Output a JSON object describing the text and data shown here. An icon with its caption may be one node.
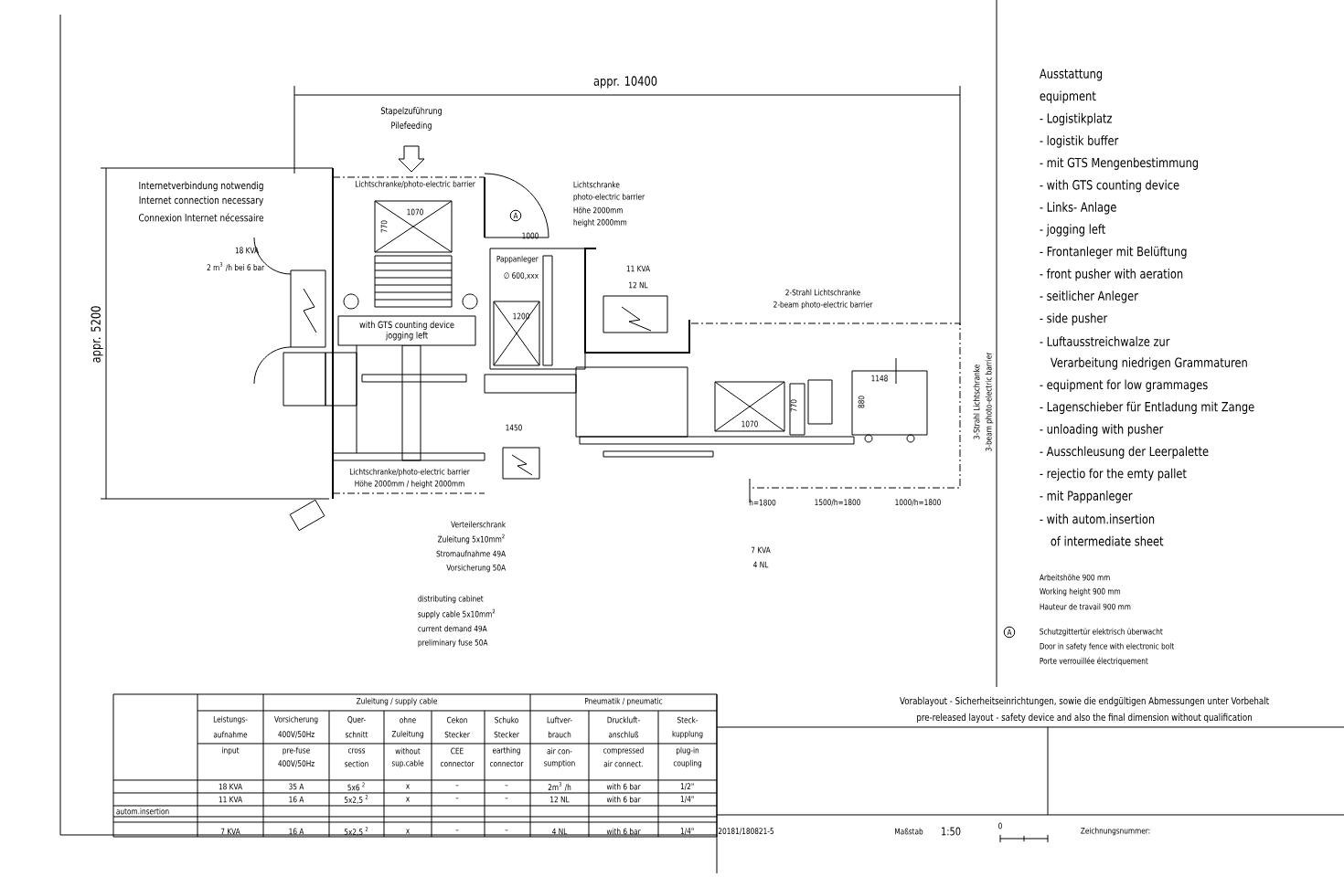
{
  "diagram": {
    "nodes": [
      {
        "text": [
          "with GTS counting device",
          "jogging left"
        ]
      }
    ],
    "labels": [
      "appr. 10400",
      "appr. 5200",
      "Stapelzuführung",
      "Pilefeeding",
      "Internetverbindung notwendig",
      "Internet connection necessary",
      "Connexion Internet nécessaire",
      "18 KVA",
      "2 m$^{3}$ /h bei 6 bar",
      "Lichtschranke/photo-electric barrier",
      "1070",
      "770",
      "A",
      "1000",
      "Lichtschranke",
      "photo-electric barrier",
      "Höhe 2000mm",
      "height 2000mm",
      "Pappanleger",
      "∅ 600,xxx",
      "11 KVA",
      "12 NL",
      "2-Strahl Lichtschranke",
      "2-beam photo-electric barrier",
      "1200",
      "1148",
      "770",
      "880",
      "1070",
      "3-Strahl Lichtschranke",
      "3-beam photo-electric barrier",
      "1450",
      "Lichtschranke/photo-electric barrier",
      "Höhe 2000mm / height 2000mm",
      "h=1800",
      "1500/h=1800",
      "1000/h=1800",
      "Verteilerschrank",
      "Zuleitung 5x10mm$^{2}$",
      "Stromaufnahme 49A",
      "Vorsicherung 50A",
      "7 KVA",
      "4 NL",
      "distributing cabinet",
      "supply cable 5x10mm$^{2}$",
      "current demand 49A",
      "preliminary fuse 50A",
      "Ausstattung",
      "equipment",
      "- Logistikplatz",
      "- logistik buffer",
      "- mit GTS Mengenbestimmung",
      "- with GTS counting device",
      "- Links- Anlage",
      "- jogging left",
      "- Frontanleger mit Belüftung",
      "- front pusher with aeration",
      "- seitlicher Anleger",
      "- side pusher",
      "- Luftausstreichwalze zur",
      "Verarbeitung niedrigen Grammaturen",
      "- equipment for low grammages",
      "- Lagenschieber für Entladung mit Zange",
      "- unloading with pusher",
      "- Ausschleusung der Leerpalette",
      "- rejectio for the emty pallet",
      "- mit Pappanleger",
      "- with autom.insertion",
      "of intermediate sheet",
      "Arbeitshöhe 900 mm",
      "Working height 900 mm",
      "Hauteur de travail 900 mm",
      "A",
      "Schutzgittertür elektrisch überwacht",
      "Door in safety fence with electronic bolt",
      "Porte verrouillée électriquement",
      "Vorablayout - Sicherheitseinrichtungen, sowie die endgültigen Abmessungen unter Vorbehalt",
      "pre-released layout - safety device and also the final dimension without qualification",
      "Zuleitung / supply cable",
      "Pneumatik / pneumatic",
      "Leistungs-",
      "aufnahme",
      "Vorsicherung",
      "400V/50Hz",
      "Quer-",
      "schnitt",
      "ohne",
      "Zuleitung",
      "Cekon",
      "Stecker",
      "Schuko",
      "Stecker",
      "Luftver-",
      "brauch",
      "Druckluft-",
      "anschluß",
      "Steck-",
      "kupplung",
      "input",
      "pre-fuse",
      "400V/50Hz",
      "cross",
      "section",
      "without",
      "sup.cable",
      "CEE",
      "connector",
      "earthing",
      "connector",
      "air con-",
      "sumption",
      "compressed",
      "air connect.",
      "plug-in",
      "coupling",
      "18 KVA",
      "35 A",
      "5x6 $^{2}$",
      "x",
      "–",
      "–",
      "2m$^{3}$ /h",
      "with 6 bar",
      "1/2\"",
      "11 KVA",
      "16 A",
      "5x2,5 $^{2}$",
      "x",
      "–",
      "–",
      "12 NL",
      "with 6 bar",
      "1/4\"",
      "autom.insertion",
      "7 KVA",
      "16 A",
      "5x2,5 $^{2}$",
      "x",
      "–",
      "–",
      "4 NL",
      "with 6 bar",
      "1/4\"",
      "20181/180821-5",
      "Maßstab",
      "1:50",
      "0",
      "Zeichnungsnummer:"
    ]
  }
}
